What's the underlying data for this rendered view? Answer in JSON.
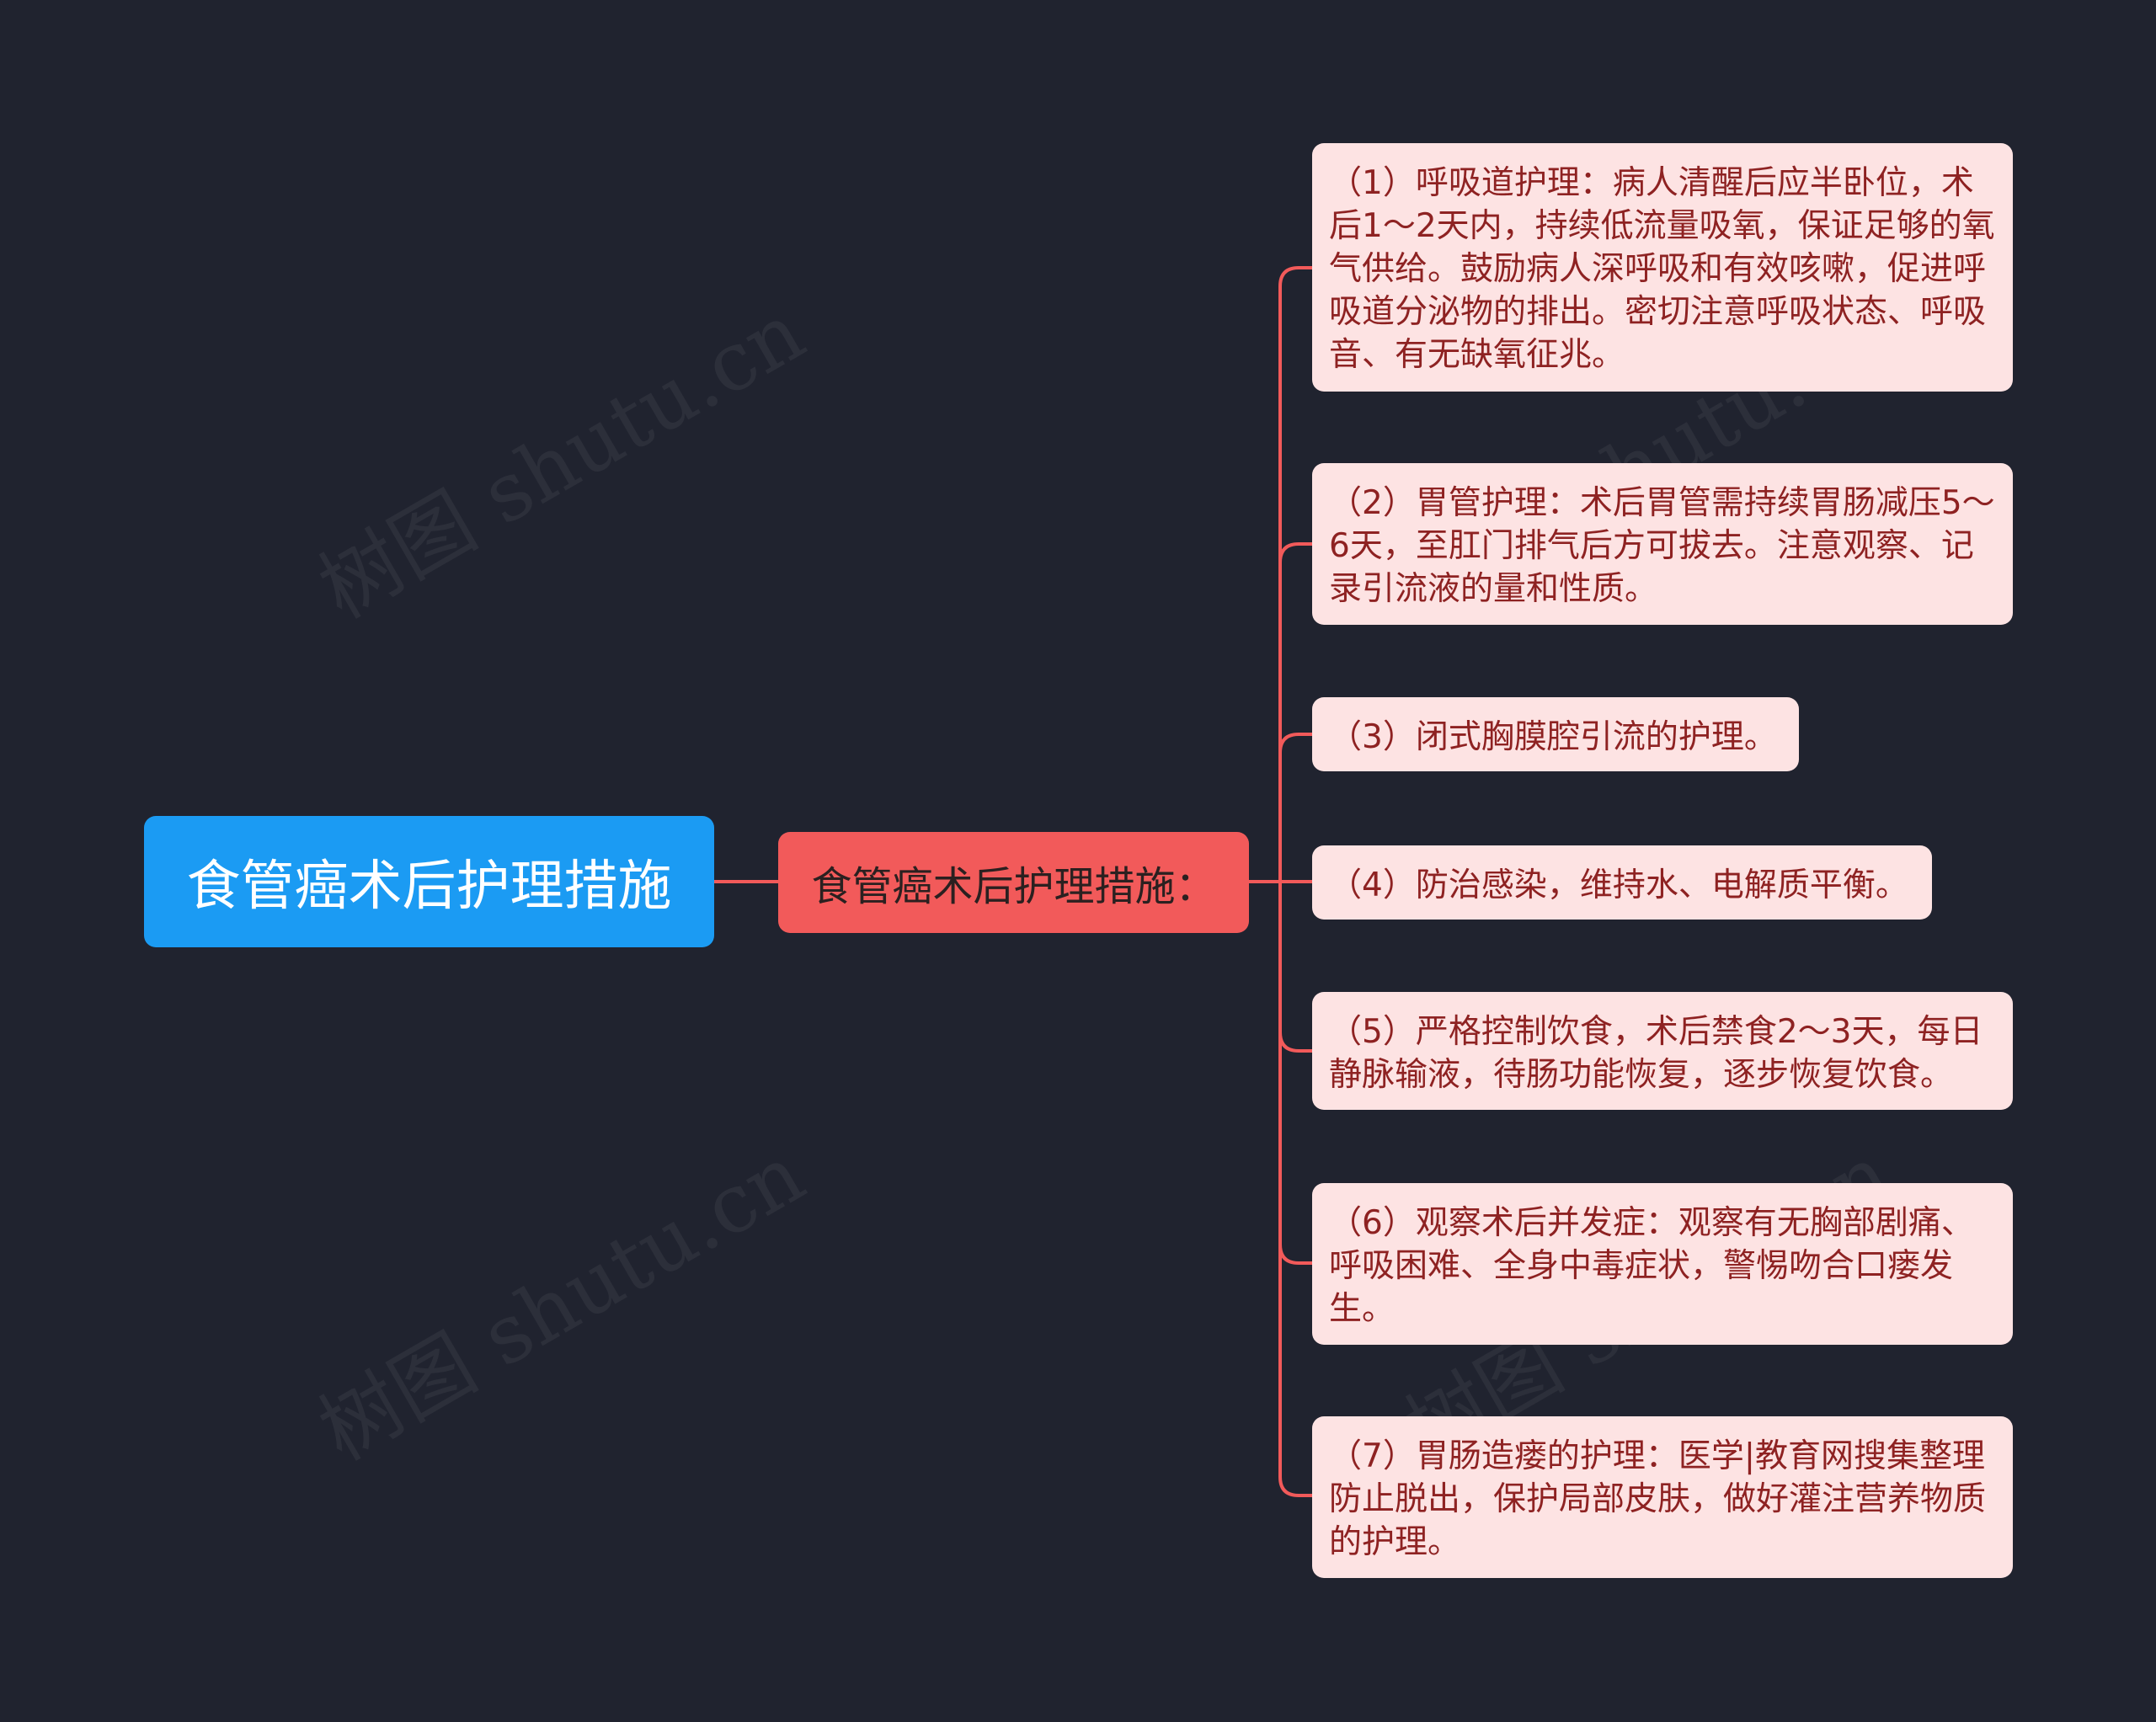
{
  "watermark_text": "树图 shutu.cn",
  "colors": {
    "background": "#20232f",
    "root": "#1b9bf3",
    "mid": "#f25a5a",
    "leaf": "#fde3e3",
    "leaf_text": "#8e2222",
    "connector": "#f25a5a"
  },
  "root": {
    "label": "食管癌术后护理措施"
  },
  "mid": {
    "label": "食管癌术后护理措施："
  },
  "items": [
    {
      "text": "（1）呼吸道护理：病人清醒后应半卧位，术后1～2天内，持续低流量吸氧，保证足够的氧气供给。鼓励病人深呼吸和有效咳嗽，促进呼吸道分泌物的排出。密切注意呼吸状态、呼吸音、有无缺氧征兆。"
    },
    {
      "text": "（2）胃管护理：术后胃管需持续胃肠减压5～6天，至肛门排气后方可拔去。注意观察、记录引流液的量和性质。"
    },
    {
      "text": "（3）闭式胸膜腔引流的护理。"
    },
    {
      "text": "（4）防治感染，维持水、电解质平衡。"
    },
    {
      "text": "（5）严格控制饮食，术后禁食2～3天，每日静脉输液，待肠功能恢复，逐步恢复饮食。"
    },
    {
      "text": "（6）观察术后并发症：观察有无胸部剧痛、呼吸困难、全身中毒症状，警惕吻合口瘘发生。"
    },
    {
      "text": "（7）胃肠造瘘的护理：医学|教育网搜集整理防止脱出，保护局部皮肤，做好灌注营养物质的护理。"
    }
  ]
}
